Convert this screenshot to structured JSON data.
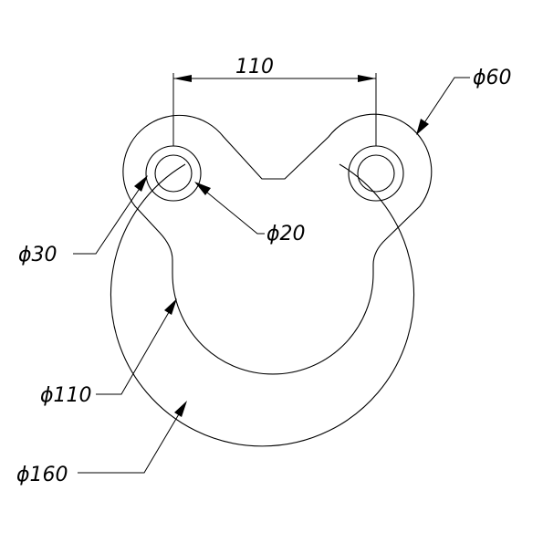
{
  "dimensions": {
    "center_distance": "110",
    "outer_ring": "ϕ160",
    "inner_ring": "ϕ110",
    "lug_outer": "ϕ60",
    "lug_boss": "ϕ30",
    "hole": "ϕ20"
  }
}
